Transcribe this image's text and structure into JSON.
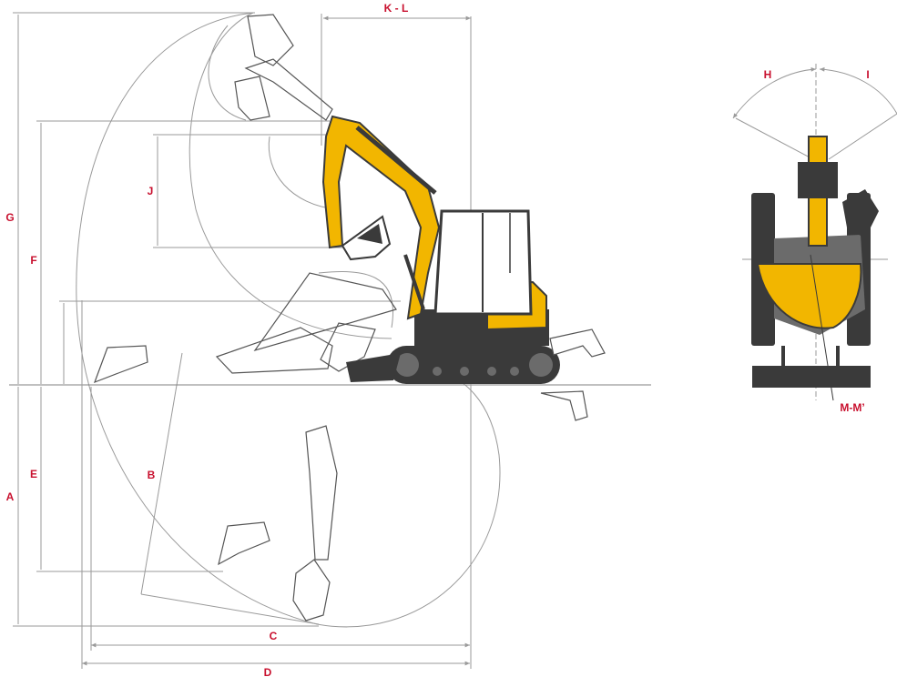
{
  "colors": {
    "label": "#c8102e",
    "line": "#9a9a9a",
    "ground": "#808080",
    "machine_dark": "#3a3a3a",
    "machine_mid": "#6b6b6b",
    "boom_yellow": "#f2b600",
    "outline": "#555555"
  },
  "labels": {
    "A": "A",
    "B": "B",
    "C": "C",
    "D": "D",
    "E": "E",
    "F": "F",
    "G": "G",
    "H": "H",
    "I": "I",
    "J": "J",
    "KL": "K - L",
    "MM": "M-M’"
  }
}
